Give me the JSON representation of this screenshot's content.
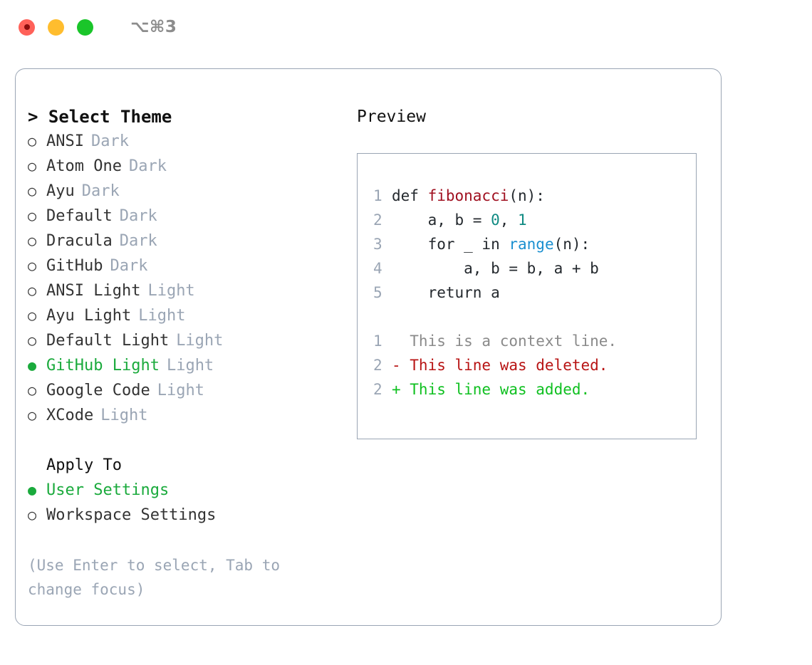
{
  "titlebar": {
    "shortcut": "⌥⌘3",
    "dots": [
      {
        "name": "close",
        "color": "#ff6159"
      },
      {
        "name": "minimize",
        "color": "#ffbd2e"
      },
      {
        "name": "maximize",
        "color": "#1ac52a"
      }
    ]
  },
  "theme_section": {
    "header": "> Select Theme",
    "items": [
      {
        "marker": "○",
        "label": "ANSI",
        "tag": "Dark",
        "selected": false
      },
      {
        "marker": "○",
        "label": "Atom One",
        "tag": "Dark",
        "selected": false
      },
      {
        "marker": "○",
        "label": "Ayu",
        "tag": "Dark",
        "selected": false
      },
      {
        "marker": "○",
        "label": "Default",
        "tag": "Dark",
        "selected": false
      },
      {
        "marker": "○",
        "label": "Dracula",
        "tag": "Dark",
        "selected": false
      },
      {
        "marker": "○",
        "label": "GitHub",
        "tag": "Dark",
        "selected": false
      },
      {
        "marker": "○",
        "label": "ANSI Light",
        "tag": "Light",
        "selected": false
      },
      {
        "marker": "○",
        "label": "Ayu Light",
        "tag": "Light",
        "selected": false
      },
      {
        "marker": "○",
        "label": "Default Light",
        "tag": "Light",
        "selected": false
      },
      {
        "marker": "●",
        "label": "GitHub Light",
        "tag": "Light",
        "selected": true
      },
      {
        "marker": "○",
        "label": "Google Code",
        "tag": "Light",
        "selected": false
      },
      {
        "marker": "○",
        "label": "XCode",
        "tag": "Light",
        "selected": false
      }
    ]
  },
  "apply_section": {
    "header": "Apply To",
    "items": [
      {
        "marker": "●",
        "label": "User Settings",
        "selected": true
      },
      {
        "marker": "○",
        "label": "Workspace Settings",
        "selected": false
      }
    ]
  },
  "hint": "(Use Enter to select, Tab to change focus)",
  "preview": {
    "title": "Preview",
    "code_lines": [
      {
        "num": "1",
        "tokens": [
          {
            "t": "def ",
            "k": "kw"
          },
          {
            "t": "fibonacci",
            "k": "fn"
          },
          {
            "t": "(n):",
            "k": "kw"
          }
        ]
      },
      {
        "num": "2",
        "tokens": [
          {
            "t": "    a, b = ",
            "k": "kw"
          },
          {
            "t": "0",
            "k": "num"
          },
          {
            "t": ", ",
            "k": "kw"
          },
          {
            "t": "1",
            "k": "num"
          }
        ]
      },
      {
        "num": "3",
        "tokens": [
          {
            "t": "    for _ in ",
            "k": "kw"
          },
          {
            "t": "range",
            "k": "call"
          },
          {
            "t": "(n):",
            "k": "kw"
          }
        ]
      },
      {
        "num": "4",
        "tokens": [
          {
            "t": "        a, b = b, a + b",
            "k": "kw"
          }
        ]
      },
      {
        "num": "5",
        "tokens": [
          {
            "t": "    return a",
            "k": "kw"
          }
        ]
      }
    ],
    "diff_lines": [
      {
        "num": "1",
        "text": "  This is a context line.",
        "kind": "ctx"
      },
      {
        "num": "2",
        "text": "- This line was deleted.",
        "kind": "del"
      },
      {
        "num": "2",
        "text": "+ This line was added.",
        "kind": "add"
      }
    ]
  },
  "colors": {
    "accent_green": "#1aaa3c",
    "muted": "#9aa5b4",
    "text": "#333333",
    "diff_add": "#0fc020",
    "diff_del": "#b81414",
    "syntax_fn": "#a01020",
    "syntax_num": "#0f8a82",
    "syntax_call": "#1a8fd0"
  }
}
